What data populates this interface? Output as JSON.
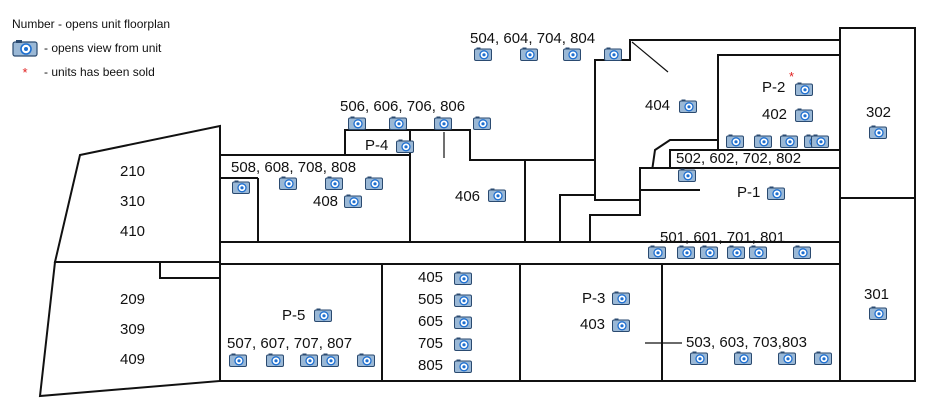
{
  "legend": {
    "number": "Number - opens unit floorplan",
    "camera": "- opens view from unit",
    "sold": "- units has been sold",
    "sold_symbol": "*",
    "sold_color": "#e02020"
  },
  "units": {
    "u210": "210",
    "u310": "310",
    "u410": "410",
    "u209": "209",
    "u309": "309",
    "u409": "409",
    "u508": "508, 608, 708, 808",
    "u408": "408",
    "u506": "506, 606, 706, 806",
    "p4": "P-4",
    "u406": "406",
    "u504": "504, 604, 704, 804",
    "u404": "404",
    "p2": "P-2",
    "u402": "402",
    "u302": "302",
    "u502": "502, 602, 702, 802",
    "p1": "P-1",
    "u501": "501, 601, 701, 801",
    "u301": "301",
    "p5": "P-5",
    "u507": "507, 607, 707, 807",
    "u405": "405",
    "u505": "505",
    "u605": "605",
    "u705": "705",
    "u805": "805",
    "p3": "P-3",
    "u403": "403",
    "u503": "503, 603, 703,803"
  },
  "icons": {
    "camera": "camera-icon",
    "camera_color": "#1e6fd0"
  }
}
